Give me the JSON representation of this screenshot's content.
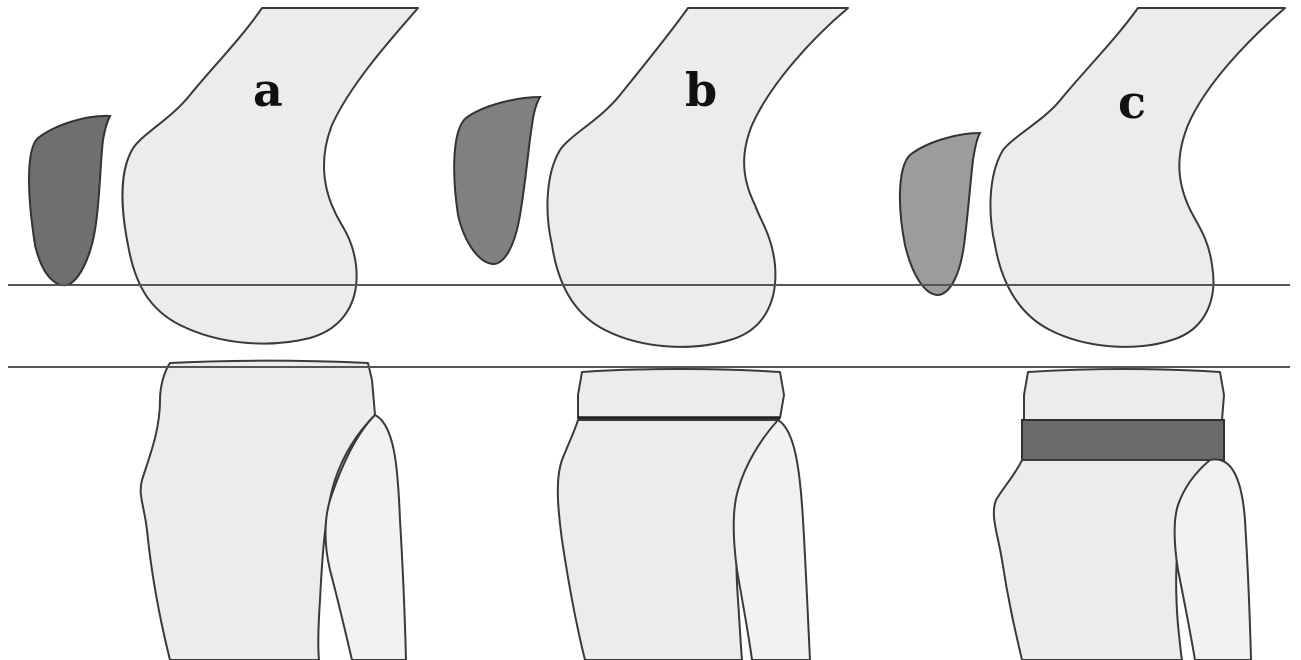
{
  "panels": [
    {
      "label": "a",
      "patella_color": "#6f6f6f",
      "plate": "none"
    },
    {
      "label": "b",
      "patella_color": "#808080",
      "plate": "thin-line"
    },
    {
      "label": "c",
      "patella_color": "#9c9c9c",
      "plate": "thick-band"
    }
  ],
  "colors": {
    "background": "#ffffff",
    "bone_fill": "#ececec",
    "outline": "#3a3a3a",
    "plate_band": "#6a6a6a"
  }
}
